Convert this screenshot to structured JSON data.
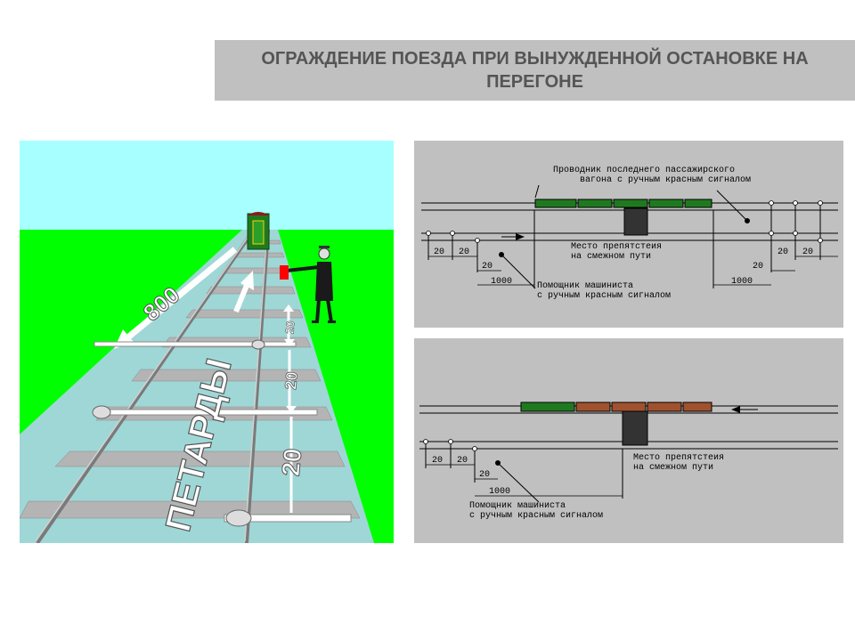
{
  "title": "ОГРАЖДЕНИЕ ПОЕЗДА ПРИ ВЫНУЖДЕННОЙ ОСТАНОВКЕ НА ПЕРЕГОНЕ",
  "colors": {
    "sky": "#a8ffff",
    "grass": "#00ff00",
    "ballast": "#9fd7d7",
    "diagram_bg": "#c0c0c0",
    "locomotive": "#1f7a1f",
    "freight_car": "#a0522d",
    "signal_flag": "#ff0000"
  },
  "illustration": {
    "distance_main": "800",
    "distance_20_a": "20",
    "distance_20_b": "20",
    "distance_20_c": "20",
    "label_petardy": "ПЕТАРДЫ"
  },
  "diagram_top": {
    "label_conductor_1": "Проводник последнего пассажирского",
    "label_conductor_2": "вагона с ручным красным сигналом",
    "label_obstacle_1": "Место препятстеия",
    "label_obstacle_2": "на смежном пути",
    "label_assistant_1": "Помощник машиниста",
    "label_assistant_2": "с ручным красным сигналом",
    "left_20_a": "20",
    "left_20_b": "20",
    "left_20_c": "20",
    "left_1000": "1000",
    "right_20_a": "20",
    "right_20_b": "20",
    "right_20_c": "20",
    "right_1000": "1000"
  },
  "diagram_bottom": {
    "label_obstacle_1": "Место препятстеия",
    "label_obstacle_2": "на смежном пути",
    "label_assistant_1": "Помощник машиниста",
    "label_assistant_2": "с ручным красным сигналом",
    "left_20_a": "20",
    "left_20_b": "20",
    "left_20_c": "20",
    "left_1000": "1000"
  }
}
